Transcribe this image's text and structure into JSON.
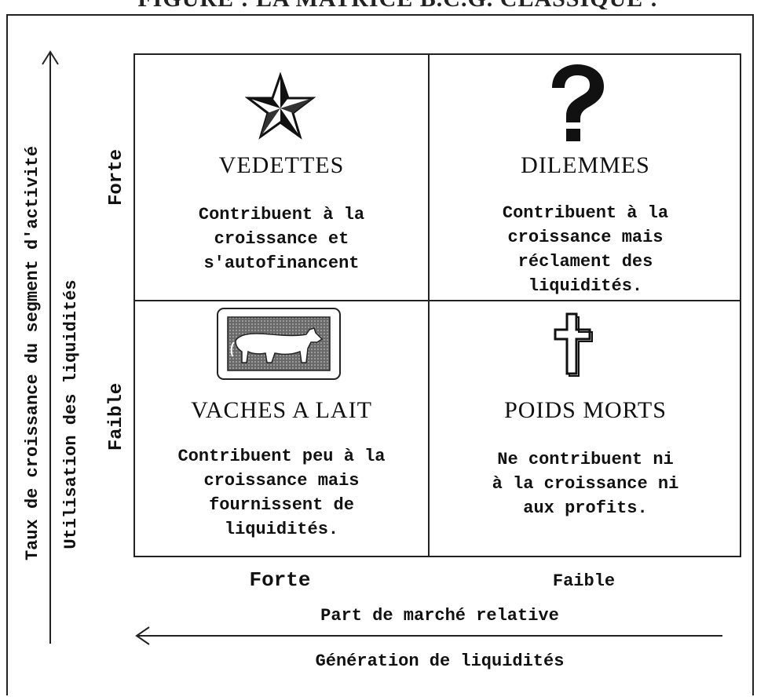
{
  "header": {
    "title": "FIGURE : LA MATRICE B.C.G. CLASSIQUE :"
  },
  "axes": {
    "y_label_primary": "Taux de croissance du segment d'activité",
    "y_label_secondary": "Utilisation des liquidités",
    "y_level_high": "Forte",
    "y_level_low": "Faible",
    "x_level_left": "Forte",
    "x_level_right": "Faible",
    "x_label_primary": "Part de marché relative",
    "x_label_secondary": "Génération de liquidités"
  },
  "quadrants": {
    "top_left": {
      "icon": "star-icon",
      "title": "VEDETTES",
      "lines": [
        "Contribuent à la",
        "croissance et",
        "s'autofinancent"
      ]
    },
    "top_right": {
      "icon": "question-mark-icon",
      "title": "DILEMMES",
      "lines": [
        "Contribuent à la",
        "croissance mais",
        "réclament des",
        "liquidités."
      ]
    },
    "bottom_left": {
      "icon": "cow-icon",
      "title": "VACHES A LAIT",
      "lines": [
        "Contribuent peu à la",
        "croissance mais",
        "fournissent de",
        "liquidités."
      ]
    },
    "bottom_right": {
      "icon": "cross-icon",
      "title": "POIDS MORTS",
      "lines": [
        "Ne contribuent ni",
        "à la croissance ni",
        "aux profits."
      ]
    }
  }
}
